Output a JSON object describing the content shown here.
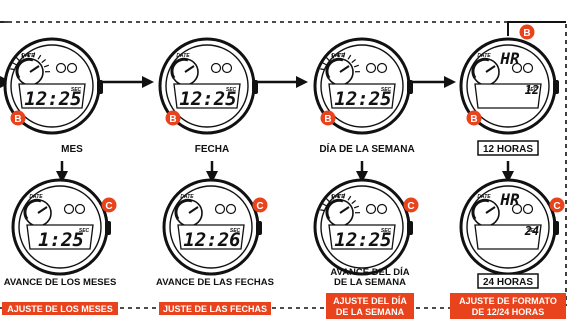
{
  "colors": {
    "accent": "#e8431c",
    "ink": "#111111",
    "paper": "#ffffff"
  },
  "badges": {
    "b": "B",
    "c": "C"
  },
  "watch_text": {
    "date": "DATE",
    "sec": "SEC"
  },
  "top_row": [
    {
      "label": "MES",
      "time": "12:25",
      "digits_flash": "month",
      "button": "B"
    },
    {
      "label": "FECHA",
      "time": "12:25",
      "digits_flash": "date",
      "button": "B"
    },
    {
      "label": "DÍA DE LA SEMANA",
      "time": "12:25",
      "digits_flash": "day",
      "button": "B"
    },
    {
      "label": "12 HORAS",
      "boxed": true,
      "display_top": "HR",
      "display_small": "12",
      "button": "B"
    }
  ],
  "bottom_row": [
    {
      "caption_lines": [
        "AVANCE DE LOS MESES"
      ],
      "time": "1:25",
      "button": "C",
      "tag_lines": [
        "AJUSTE DE LOS MESES"
      ]
    },
    {
      "caption_lines": [
        "AVANCE DE LAS FECHAS"
      ],
      "time": "12:26",
      "button": "C",
      "tag_lines": [
        "JUSTE DE LAS FECHAS"
      ]
    },
    {
      "caption_lines": [
        "AVANCE DEL DÍA",
        "DE LA SEMANA"
      ],
      "time": "12:25",
      "button": "C",
      "tag_lines": [
        "AJUSTE DEL DÍA",
        "DE LA SEMANA"
      ]
    },
    {
      "caption_lines": [
        "24 HORAS"
      ],
      "boxed": true,
      "display_top": "HR",
      "display_small": "24",
      "button": "C",
      "tag_lines": [
        "AJUSTE DE FORMATO",
        "DE 12/24 HORAS"
      ]
    }
  ]
}
